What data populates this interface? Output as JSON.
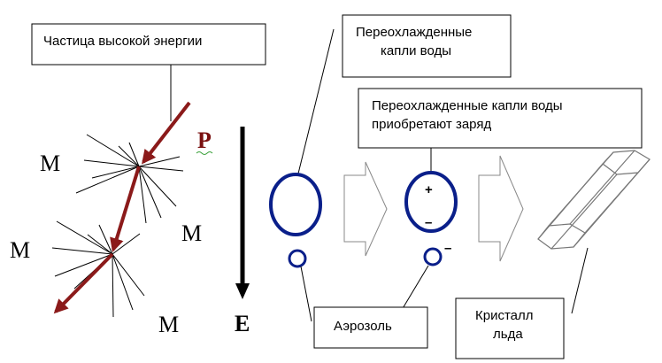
{
  "labels": {
    "high_energy_particle": "Частица высокой энергии",
    "supercooled_drops": [
      "Переохлажденные",
      "капли воды"
    ],
    "drops_gain_charge": [
      "Переохлажденные капли воды",
      "приобретают заряд"
    ],
    "aerosol": "Аэрозоль",
    "ice_crystal": [
      "Кристалл",
      "льда"
    ],
    "p": "P",
    "e": "E",
    "m": "M",
    "plus": "+",
    "minus": "–",
    "minus_small": "–"
  },
  "colors": {
    "particle_track": "#8b1a1a",
    "p_letter": "#7a1010",
    "drop_outline": "#0a1f8a",
    "line": "#000000"
  }
}
